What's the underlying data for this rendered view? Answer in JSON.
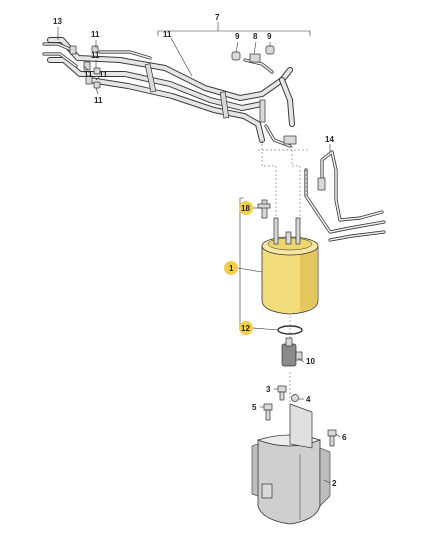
{
  "labels": {
    "l1": "1",
    "l2": "2",
    "l3": "3",
    "l4": "4",
    "l5": "5",
    "l6": "6",
    "l7": "7",
    "l8": "8",
    "l9a": "9",
    "l9b": "9",
    "l10": "10",
    "l11a": "11",
    "l11b": "11",
    "l11c": "11",
    "l11d": "11",
    "l11e": "11",
    "l12": "12",
    "l13": "13",
    "l14": "14",
    "l18": "18"
  },
  "colors": {
    "filter_body": "#f3dc7c",
    "filter_shade": "#d9b94a",
    "highlight": "#f2cf4a",
    "line": "#333333"
  }
}
